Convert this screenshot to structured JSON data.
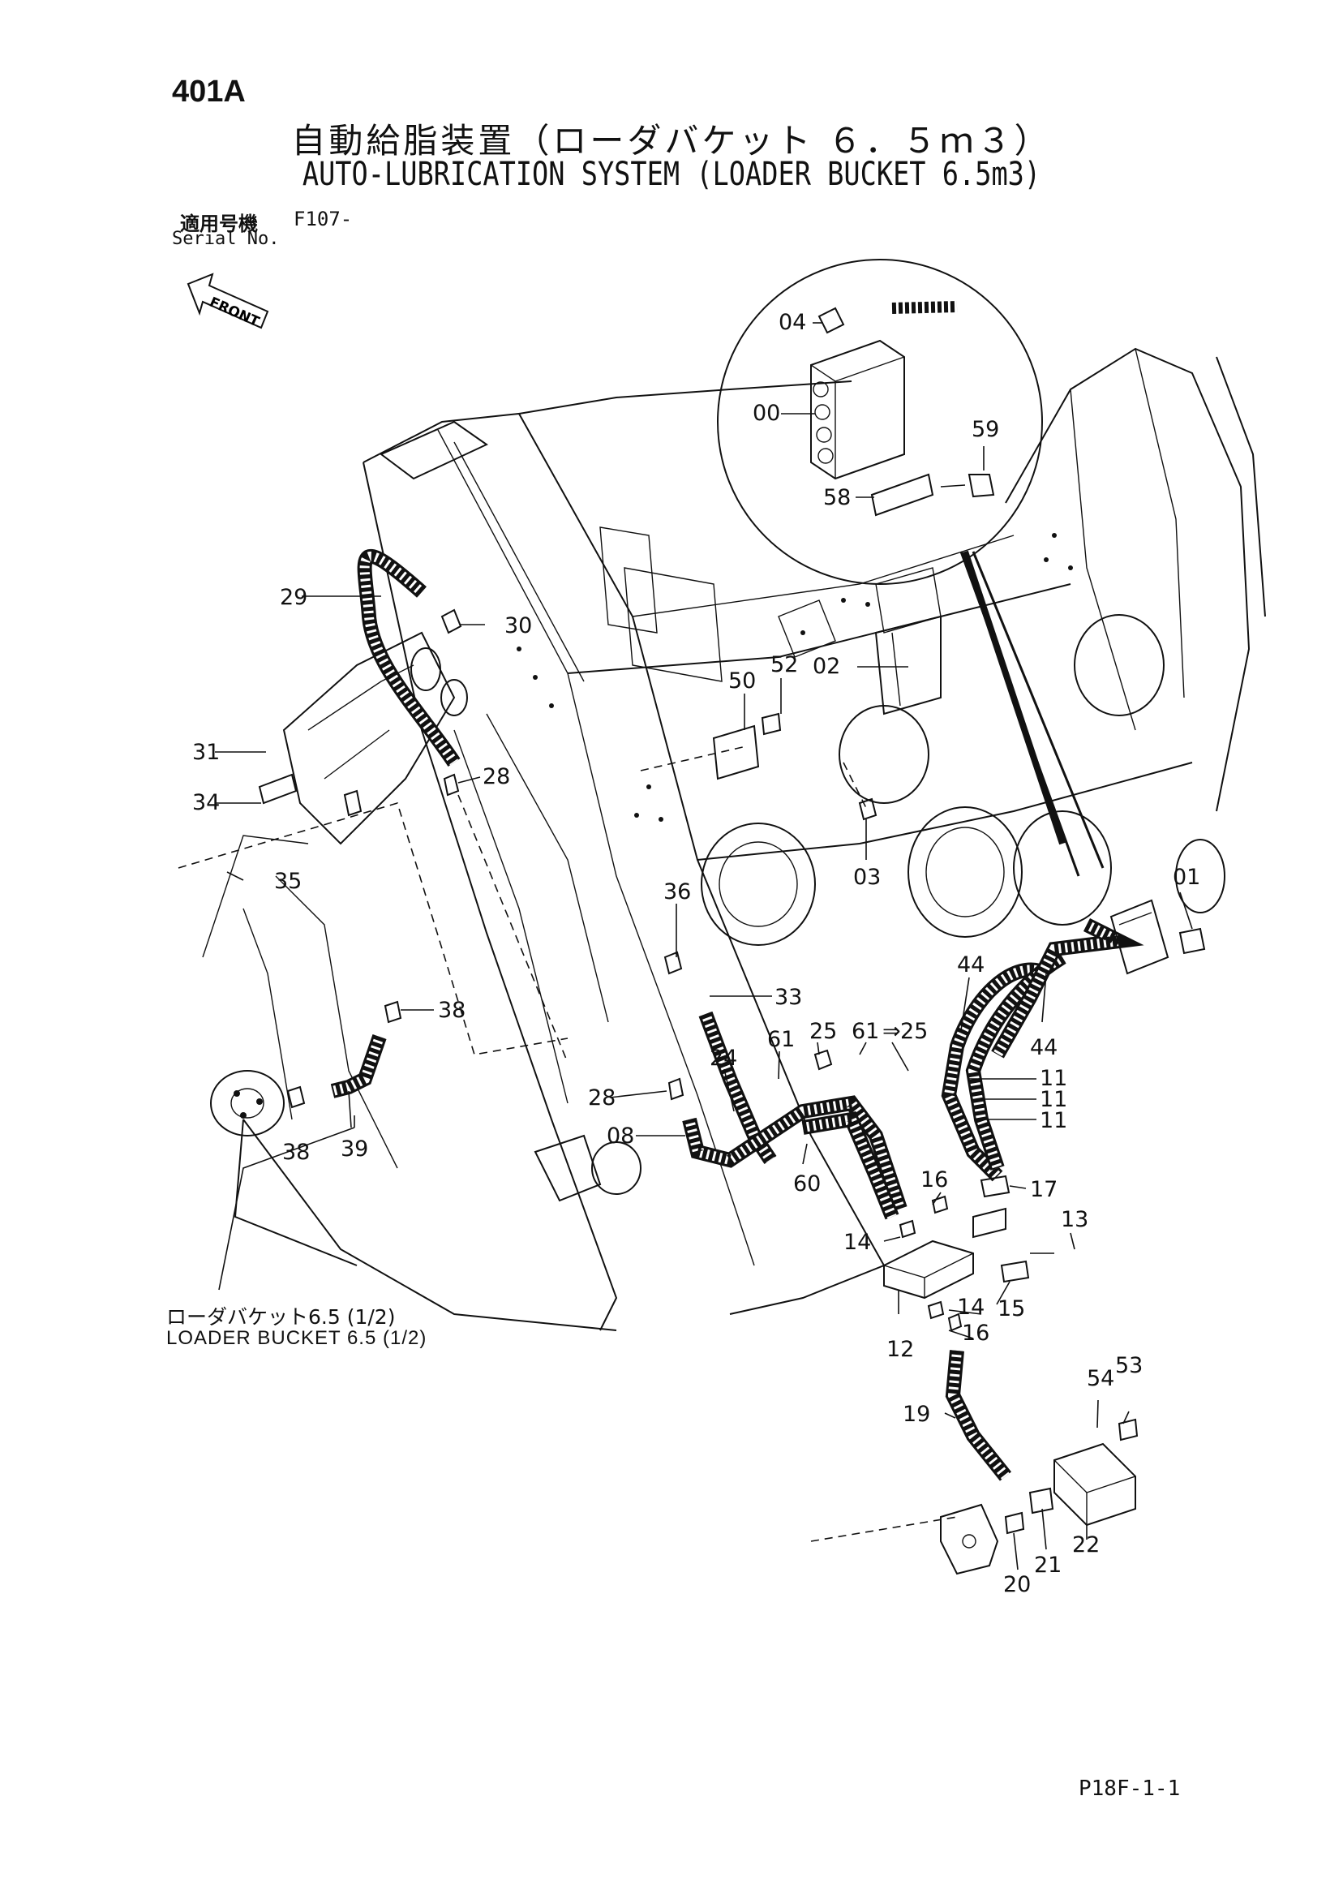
{
  "page_code": "401A",
  "title_ja": "自動給脂装置（ローダバケット ６．５ｍ３）",
  "title_en": "AUTO-LUBRICATION SYSTEM (LOADER BUCKET 6.5m3)",
  "serial": {
    "label_ja": "適用号機",
    "value": "F107-",
    "label_en": "Serial No."
  },
  "front_label": "FRONT",
  "bucket_caption": {
    "ja": "ローダバケット6.5 (1/2)",
    "en": "LOADER BUCKET 6.5 (1/2)"
  },
  "page_ref": "P18F-1-1",
  "callouts": {
    "c00": "00",
    "c01": "01",
    "c02": "02",
    "c03": "03",
    "c04": "04",
    "c08": "08",
    "c11a": "11",
    "c11b": "11",
    "c11c": "11",
    "c12": "12",
    "c13": "13",
    "c14a": "14",
    "c14b": "14",
    "c15": "15",
    "c16a": "16",
    "c16b": "16",
    "c17": "17",
    "c19": "19",
    "c20": "20",
    "c21": "21",
    "c22": "22",
    "c24": "24",
    "c25a": "25",
    "c25b": "25",
    "c28a": "28",
    "c28b": "28",
    "c29": "29",
    "c30": "30",
    "c31": "31",
    "c33": "33",
    "c34": "34",
    "c35": "35",
    "c36": "36",
    "c38a": "38",
    "c38b": "38",
    "c39": "39",
    "c44a": "44",
    "c44b": "44",
    "c50": "50",
    "c52": "52",
    "c53": "53",
    "c54": "54",
    "c58": "58",
    "c59": "59",
    "c60": "60",
    "c61a": "61",
    "c61b": "61"
  }
}
